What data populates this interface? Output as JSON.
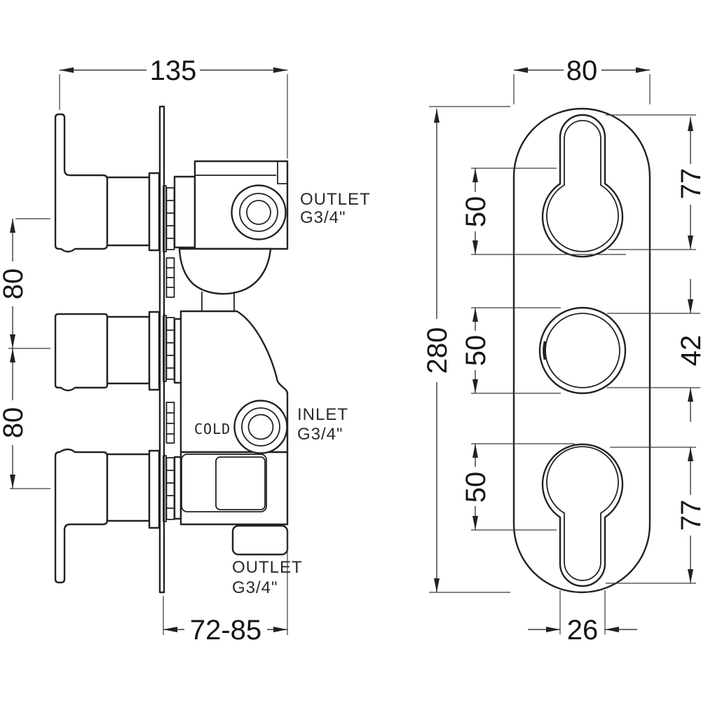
{
  "drawing": {
    "type": "thermostatic shower valve technical dimension drawing",
    "units_shown": "mm",
    "line_color": "#222222",
    "background": "#ffffff"
  },
  "left_view": {
    "dim_width_mm": "135",
    "dim_spacing_upper_mm": "80",
    "dim_spacing_lower_mm": "80",
    "dim_depth_range_mm": "72-85",
    "outlet_top_label": "OUTLET",
    "outlet_top_size": "G3/4\"",
    "cold_marking": "COLD",
    "inlet_label": "INLET",
    "inlet_size": "G3/4\"",
    "outlet_bottom_label": "OUTLET",
    "outlet_bottom_size": "G3/4\""
  },
  "right_view": {
    "dim_plate_width_mm": "80",
    "dim_plate_height_mm": "280",
    "dim_top_knob_height_mm": "77",
    "dim_upper_spacing_mm": "50",
    "dim_middle_knob_diameter_mm": "42",
    "dim_middle_spacing_mm": "50",
    "dim_lower_spacing_mm": "50",
    "dim_bottom_knob_height_mm": "77",
    "dim_stem_width_mm": "26"
  }
}
